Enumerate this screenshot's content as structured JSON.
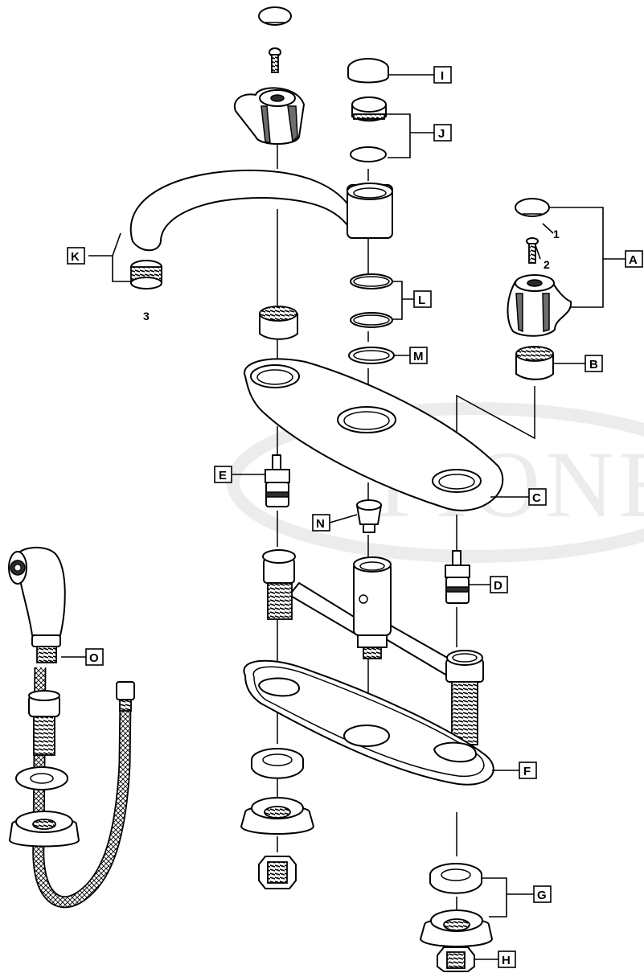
{
  "watermark": "PIONE",
  "callouts": {
    "A": "A",
    "B": "B",
    "C": "C",
    "D": "D",
    "E": "E",
    "F": "F",
    "G": "G",
    "H": "H",
    "I": "I",
    "J": "J",
    "K": "K",
    "L": "L",
    "M": "M",
    "N": "N",
    "O": "O"
  },
  "numbers": {
    "n1": "1",
    "n2": "2",
    "n3": "3"
  },
  "colors": {
    "ink": "#000000",
    "watermark": "#ececec",
    "shade": "#6d6d6d"
  }
}
